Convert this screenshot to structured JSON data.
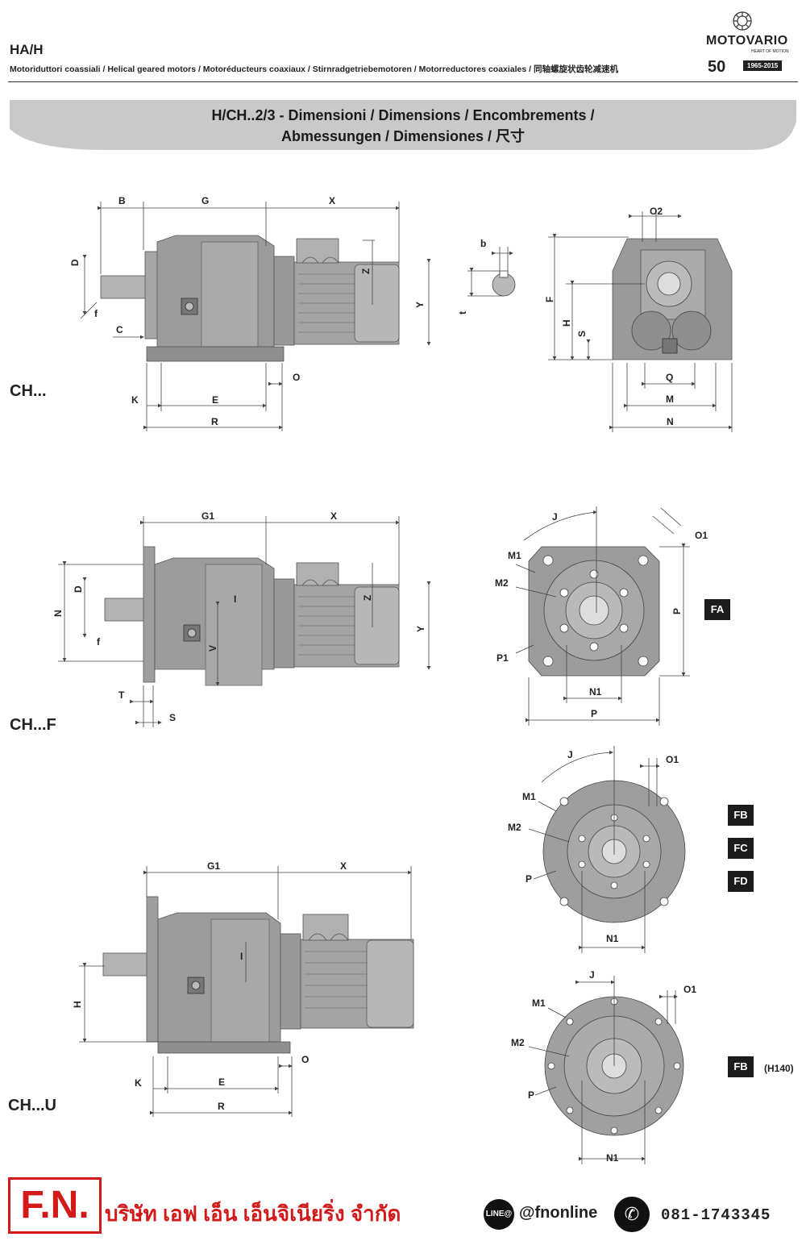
{
  "header": {
    "code": "HA/H",
    "subtitle": "Motoriduttori coassiali / Helical geared motors / Motoréducteurs coaxiaux / Stirnradgetriebemotoren / Motorreductores coaxiales / 同轴螺旋状齿轮减速机",
    "brand": "MOTOVARIO",
    "brand_tagline": "HEART OF MOTION",
    "anniversary": "50",
    "anniversary_years": "1965-2015"
  },
  "title": {
    "line1": "H/CH..2/3 - Dimensioni / Dimensions / Encombrements /",
    "line2": "Abmessungen / Dimensiones / 尺寸"
  },
  "sections": {
    "ch": "CH...",
    "chf": "CH...F",
    "chu": "CH...U"
  },
  "badges": [
    "FA",
    "FB",
    "FC",
    "FD",
    "FB"
  ],
  "note_h140": "(H140)",
  "labels": {
    "B": "B",
    "G": "G",
    "X": "X",
    "D": "D",
    "f": "f",
    "C": "C",
    "Z": "Z",
    "Y": "Y",
    "O": "O",
    "K": "K",
    "E": "E",
    "R": "R",
    "b": "b",
    "t": "t",
    "O2": "O2",
    "F": "F",
    "H": "H",
    "S": "S",
    "Q": "Q",
    "M": "M",
    "N": "N",
    "G1": "G1",
    "I": "I",
    "V": "V",
    "T": "T",
    "J": "J",
    "O1": "O1",
    "M1": "M1",
    "M2": "M2",
    "P": "P",
    "P1": "P1",
    "N1": "N1"
  },
  "footer": {
    "logo": "F.N.",
    "company": "บริษัท เอฟ เอ็น เอ็นจิเนียริ่ง จำกัด",
    "line_icon": "LINE@",
    "line_id": "@fnonline",
    "phone_icon": "✆",
    "phone": "081-1743345"
  }
}
